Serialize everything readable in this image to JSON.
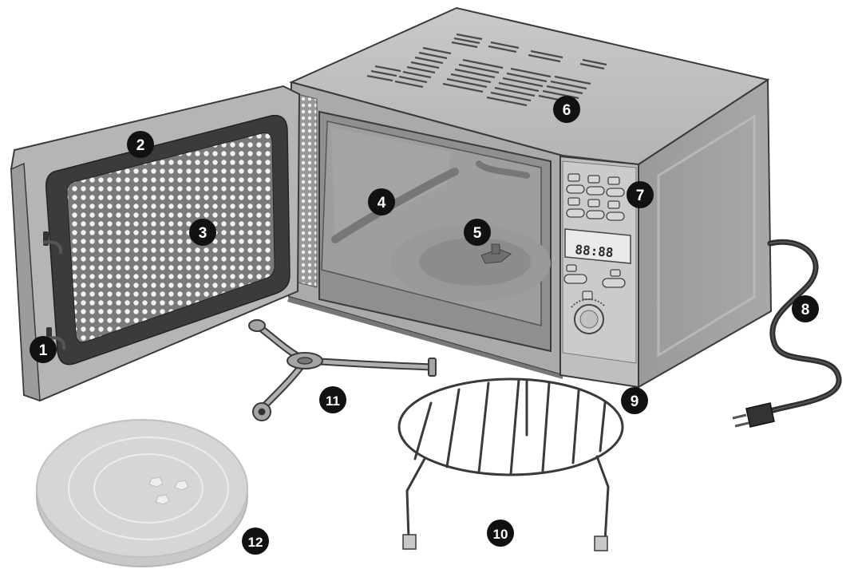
{
  "diagram": {
    "callouts": [
      {
        "id": "door-hook",
        "number": "1"
      },
      {
        "id": "door",
        "number": "2"
      },
      {
        "id": "door-window",
        "number": "3"
      },
      {
        "id": "cavity",
        "number": "4"
      },
      {
        "id": "turntable-shaft",
        "number": "5"
      },
      {
        "id": "housing",
        "number": "6"
      },
      {
        "id": "control-panel",
        "number": "7"
      },
      {
        "id": "power-cord",
        "number": "8"
      },
      {
        "id": "feet",
        "number": "9"
      },
      {
        "id": "grill-rack",
        "number": "10"
      },
      {
        "id": "roller-ring",
        "number": "11"
      },
      {
        "id": "glass-turntable",
        "number": "12"
      }
    ],
    "display_readout": "88:88",
    "colors": {
      "body": "#a9a9a9",
      "body_dark": "#8a8a8a",
      "body_light": "#c4c4c4",
      "outline": "#3a3a3a",
      "callout_fill": "#111111",
      "glass": "#d3d3d3"
    }
  }
}
